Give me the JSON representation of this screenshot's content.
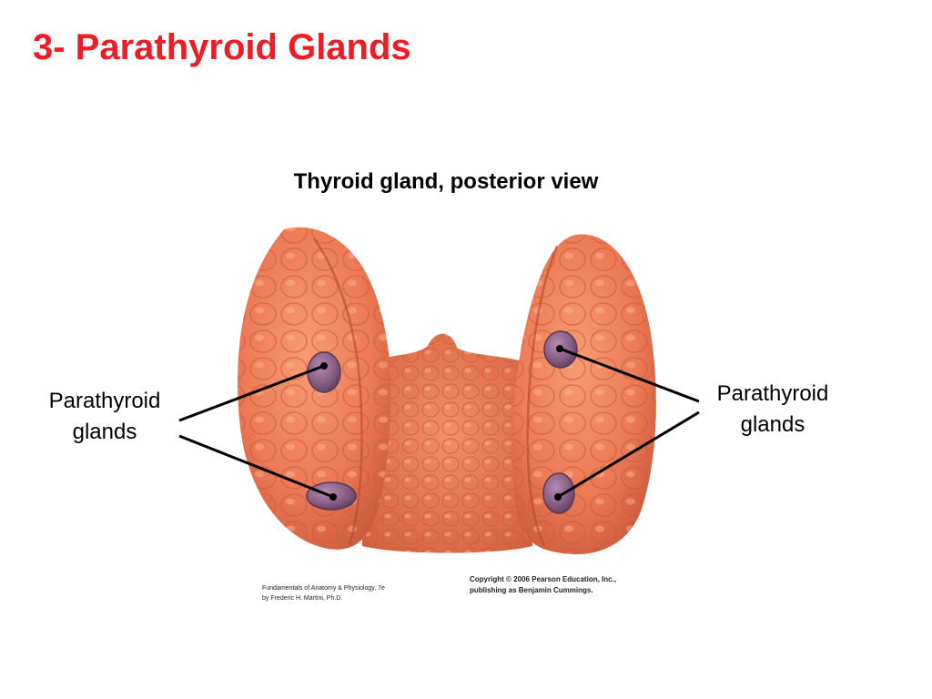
{
  "slide": {
    "title": "3- Parathyroid Glands"
  },
  "figure": {
    "caption": "Thyroid gland, posterior view",
    "callout_left": {
      "line1": "Parathyroid",
      "line2": "glands"
    },
    "callout_right": {
      "line1": "Parathyroid",
      "line2": "glands"
    },
    "credit_left": {
      "line1": "Fundamentals of Anatomy & Physiology, 7e",
      "line2": "by Frederic H. Martini, Ph.D."
    },
    "credit_right": {
      "line1": "Copyright © 2006 Pearson Education, Inc.,",
      "line2": "publishing as Benjamin Cummings."
    }
  },
  "colors": {
    "title": "#ee1c25",
    "thyroid_tissue": "#ec7a55",
    "thyroid_shadow": "#c24e2e",
    "parathyroid": "#8a5f86",
    "leader_line": "#000000"
  }
}
